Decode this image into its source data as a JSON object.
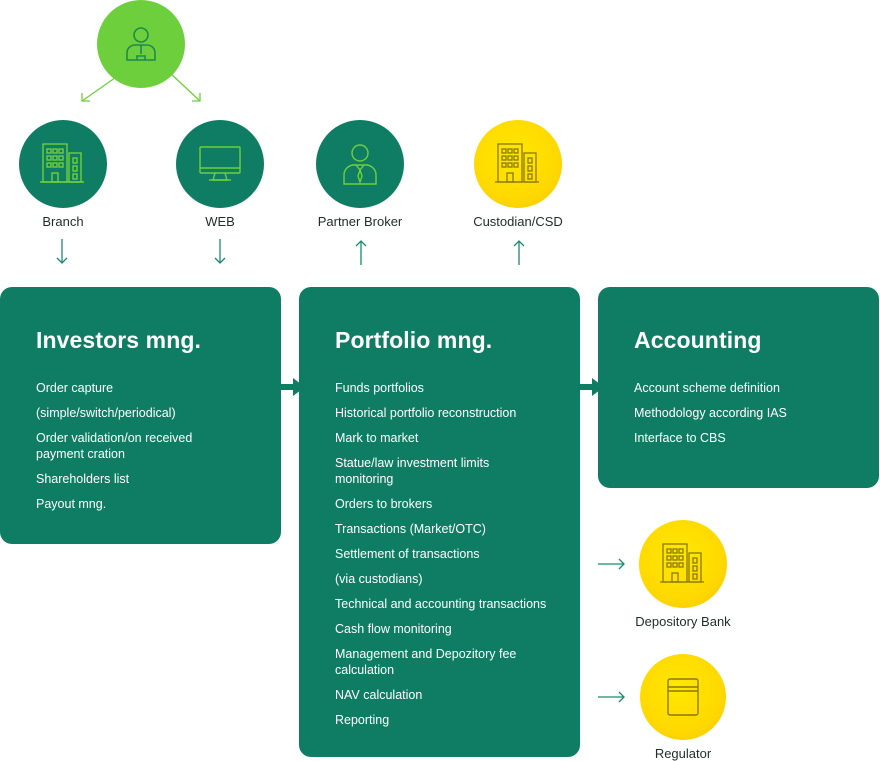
{
  "nodes": {
    "branch": "Branch",
    "web": "WEB",
    "partner_broker": "Partner Broker",
    "custodian": "Custodian/CSD",
    "depository_bank": "Depository Bank",
    "regulator": "Regulator"
  },
  "investors": {
    "title": "Investors mng.",
    "items": [
      "Order capture",
      "(simple/switch/periodical)",
      "Order validation/on received payment cration",
      "Shareholders list",
      "Payout mng."
    ]
  },
  "portfolio": {
    "title": "Portfolio mng.",
    "items": [
      "Funds portfolios",
      "Historical portfolio reconstruction",
      "Mark to market",
      "Statue/law investment limits monitoring",
      "Orders to brokers",
      "Transactions (Market/OTC)",
      "Settlement of transactions",
      "(via custodians)",
      "Technical and accounting transactions",
      "Cash flow monitoring",
      "Management and Depozitory fee calculation",
      "NAV calculation",
      "Reporting"
    ]
  },
  "accounting": {
    "title": "Accounting",
    "items": [
      "Account scheme definition",
      "Methodology according IAS",
      "Interface to CBS"
    ]
  },
  "icons": {
    "investor": "person-icon",
    "branch": "building-icon",
    "web": "monitor-icon",
    "partner_broker": "businessman-icon",
    "custodian": "building-icon",
    "depository_bank": "building-icon",
    "regulator": "document-icon"
  },
  "colors": {
    "card_green": "#0f7d63",
    "circle_lime": "#6ecf3c",
    "circle_yellow": "#ffd900",
    "arrow_green": "#1a8a6c"
  }
}
